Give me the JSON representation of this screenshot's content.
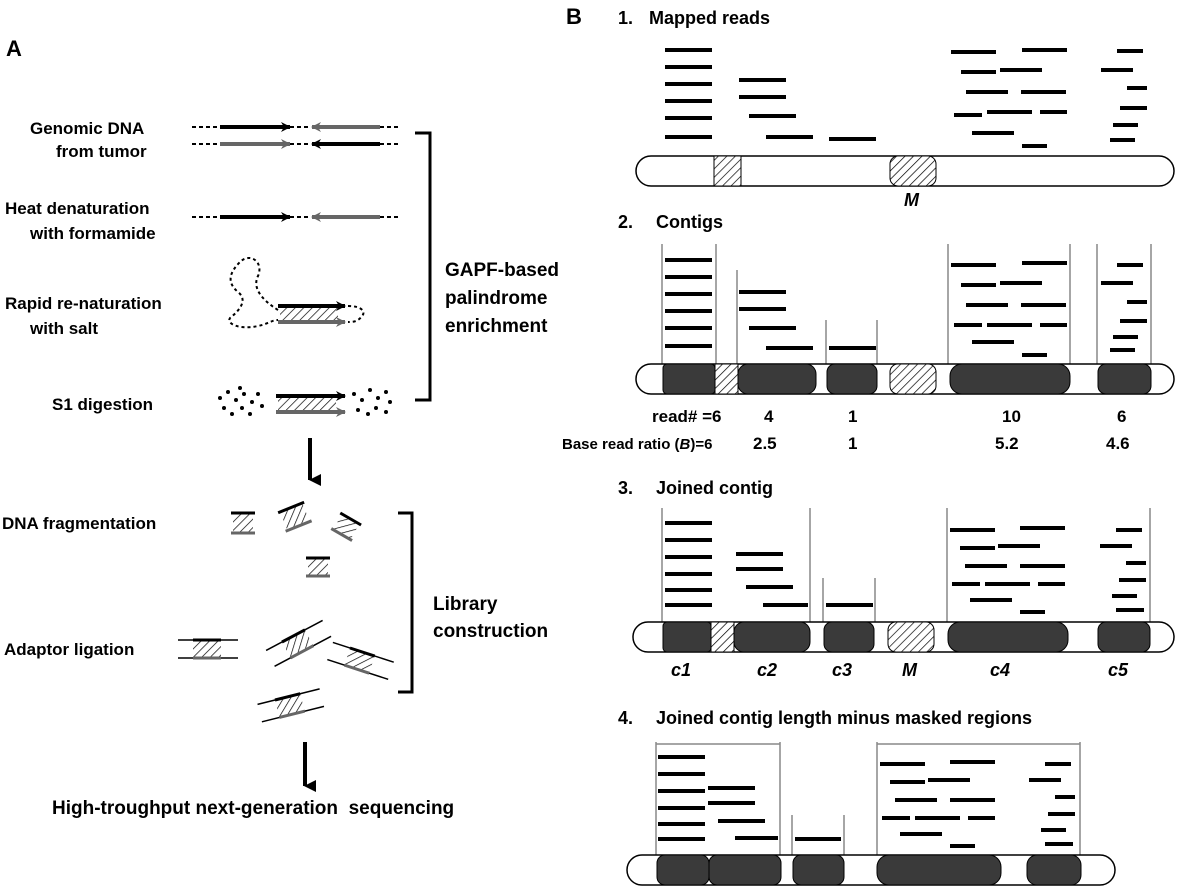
{
  "panel_a": {
    "label": "A",
    "steps": {
      "genomic_line1": "Genomic DNA",
      "genomic_line2": "from tumor",
      "heat_line1": "Heat denaturation",
      "heat_line2": "with formamide",
      "renat_line1": "Rapid re-naturation",
      "renat_line2": "with salt",
      "s1": "S1 digestion",
      "frag": "DNA fragmentation",
      "adaptor": "Adaptor ligation",
      "final": "High-troughput next-generation  sequencing"
    },
    "bracket_gapf": [
      "GAPF-based",
      "palindrome",
      "enrichment"
    ],
    "bracket_library": [
      "Library",
      "construction"
    ]
  },
  "panel_b": {
    "label": "B",
    "step1": {
      "num": "1.",
      "title": "Mapped reads",
      "mask_label": "M"
    },
    "step2": {
      "num": "2.",
      "title": "Contigs",
      "read_label": "read# =6",
      "read_counts": [
        "4",
        "1",
        "10",
        "6"
      ],
      "ratio_label_pre": "Base read ratio (",
      "ratio_label_b": "B",
      "ratio_label_post": ")=6",
      "ratios": [
        "2.5",
        "1",
        "5.2",
        "4.6"
      ]
    },
    "step3": {
      "num": "3.",
      "title": "Joined contig",
      "contig_labels": [
        "c1",
        "c2",
        "c3",
        "M",
        "c4",
        "c5"
      ]
    },
    "step4": {
      "num": "4.",
      "title": "Joined contig length minus masked regions"
    }
  },
  "colors": {
    "ink": "#000000",
    "grey_strand": "#666666",
    "contig_fill": "#3a3a3a",
    "guide_line": "#888888"
  }
}
